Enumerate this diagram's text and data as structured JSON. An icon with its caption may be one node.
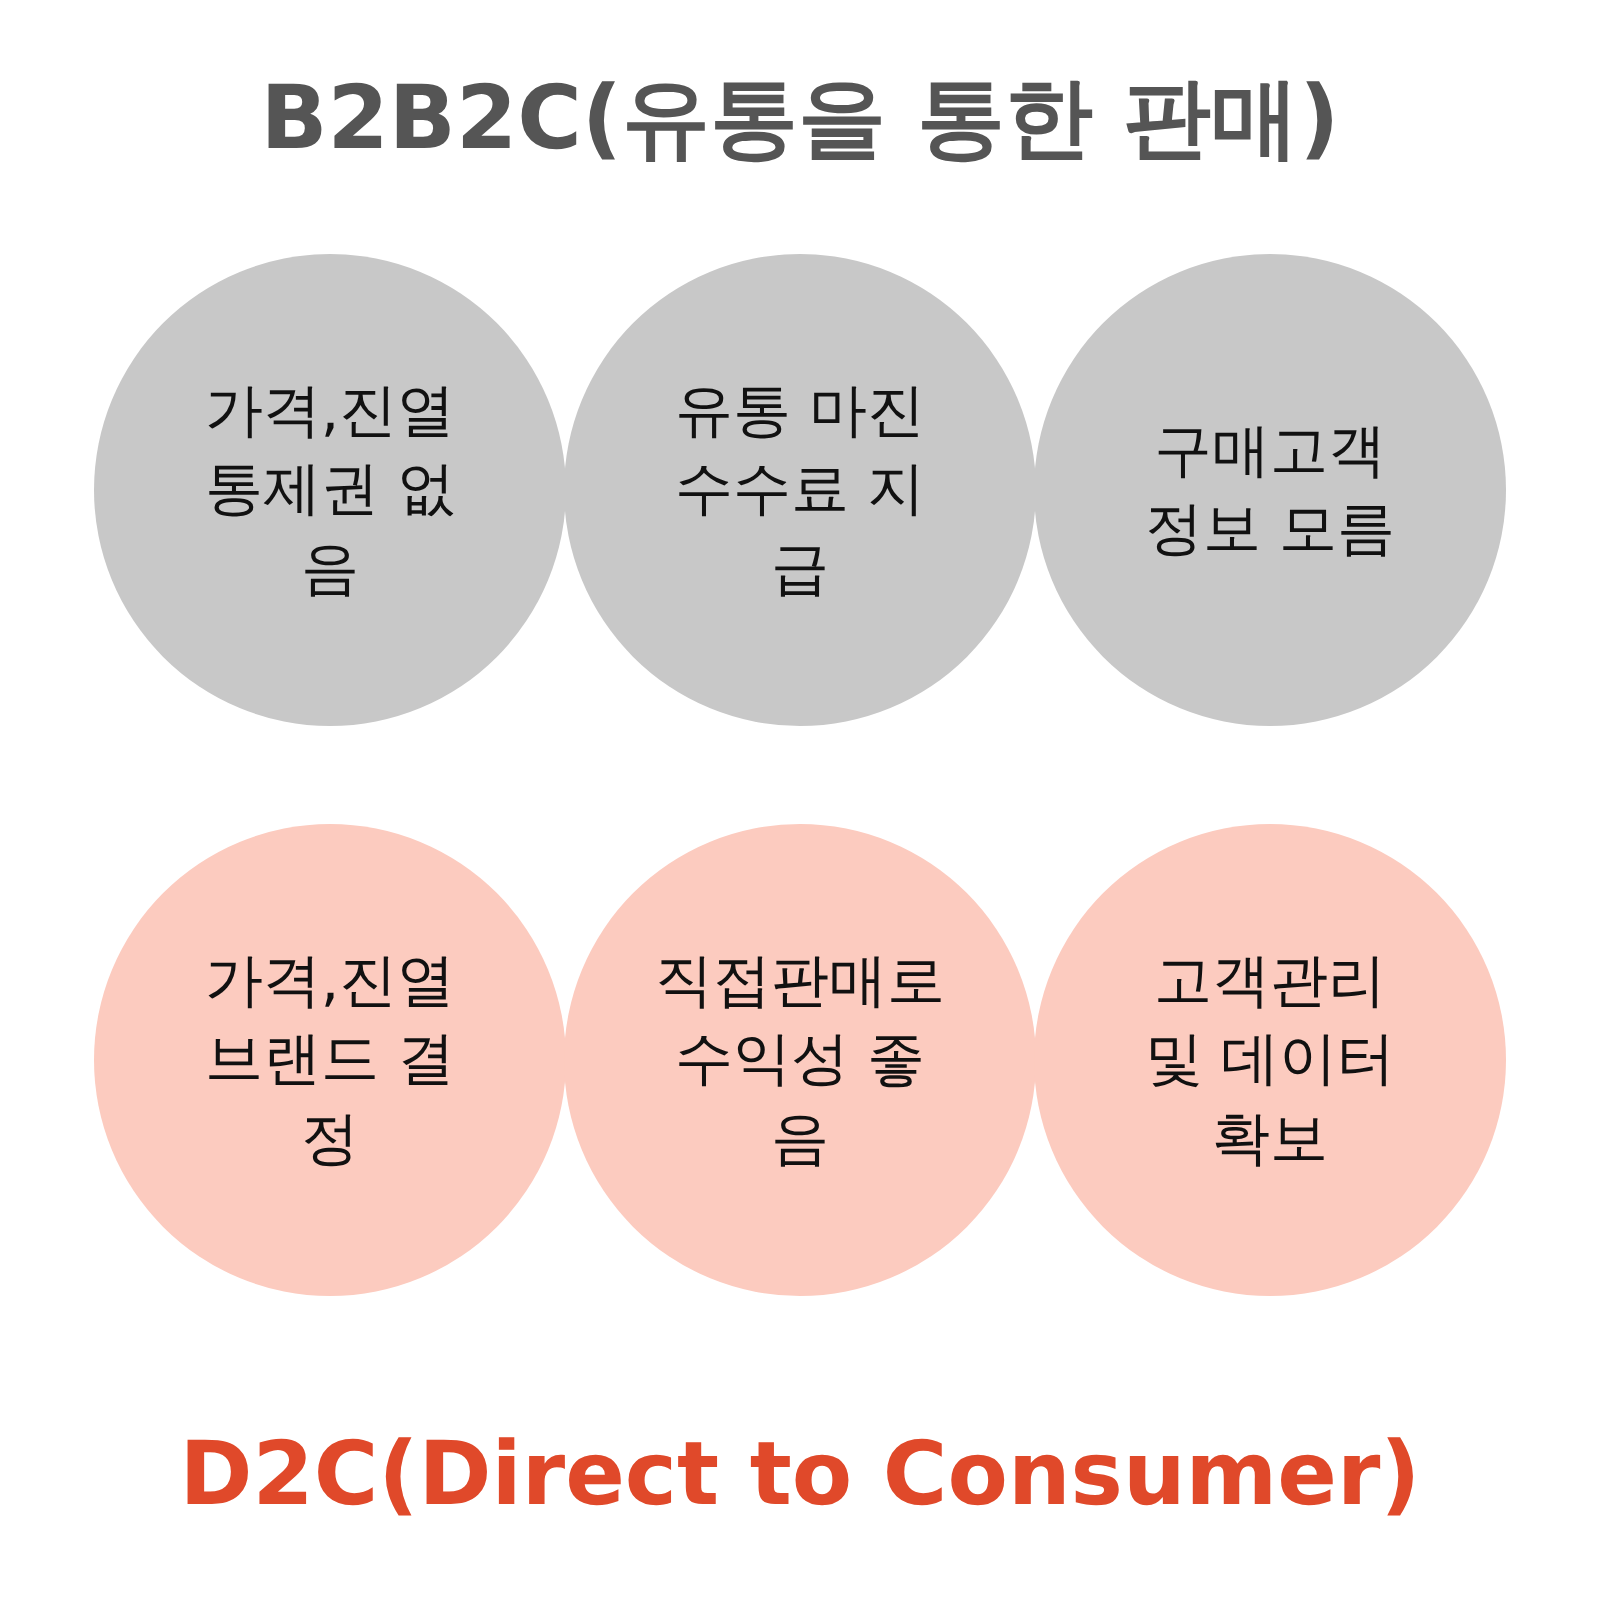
{
  "diagram": {
    "title": "B2B2C(유통을 통한 판매)",
    "nodes": [
      {
        "text": [
          "가격,진열 통제권 없음"
        ]
      },
      {
        "text": [
          "유통 마진 수수료 지급"
        ]
      },
      {
        "text": [
          "구매고객 정보 모름"
        ]
      },
      {
        "text": [
          "가격,진열 브랜드 결정"
        ]
      },
      {
        "text": [
          "직접판매로 수익성 좋음"
        ]
      },
      {
        "text": [
          "고객관리 및 데이터 확보"
        ]
      }
    ],
    "labels": [
      "D2C(Direct to Consumer)"
    ]
  }
}
